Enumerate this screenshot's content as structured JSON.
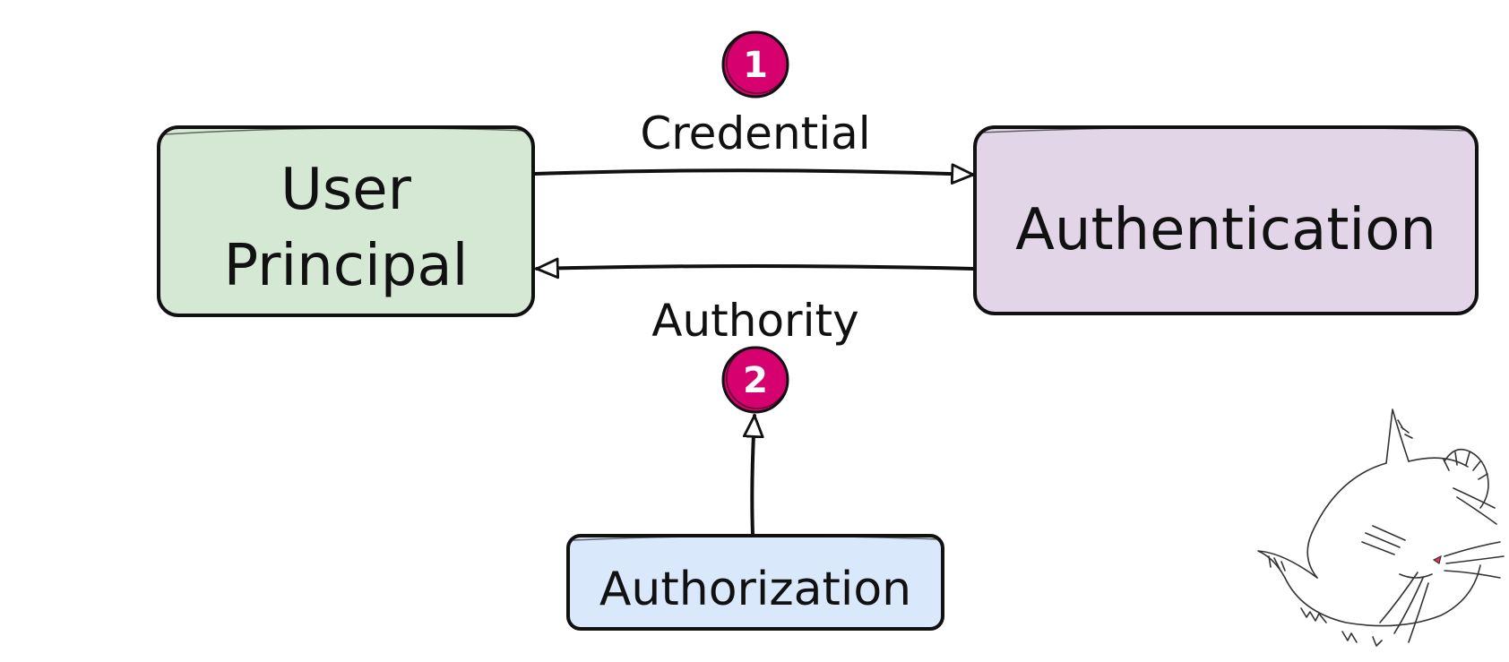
{
  "nodes": {
    "user_principal": {
      "lines": [
        "User",
        "Principal"
      ],
      "fill": "#d5e8d4"
    },
    "authentication": {
      "label": "Authentication",
      "fill": "#e1d5e7"
    },
    "authorization": {
      "label": "Authorization",
      "fill": "#dae8fc"
    }
  },
  "edges": {
    "credential": {
      "label": "Credential",
      "step": "1"
    },
    "authority": {
      "label": "Authority",
      "step": "2"
    }
  },
  "colors": {
    "badge": "#d6006e",
    "stroke": "#111111"
  },
  "icons": {
    "mascot": "sleeping-cat-doodle-icon"
  }
}
